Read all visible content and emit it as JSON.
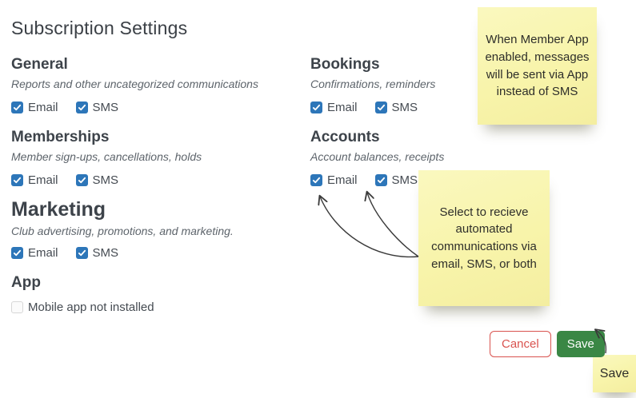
{
  "page": {
    "title": "Subscription Settings"
  },
  "columns": {
    "left": [
      {
        "title": "General",
        "description": "Reports and other uncategorized communications",
        "checkboxes": [
          {
            "label": "Email",
            "checked": true
          },
          {
            "label": "SMS",
            "checked": true
          }
        ]
      },
      {
        "title": "Memberships",
        "description": "Member sign-ups, cancellations, holds",
        "checkboxes": [
          {
            "label": "Email",
            "checked": true
          },
          {
            "label": "SMS",
            "checked": true
          }
        ]
      },
      {
        "title": "Marketing",
        "description": "Club advertising, promotions, and marketing.",
        "checkboxes": [
          {
            "label": "Email",
            "checked": true
          },
          {
            "label": "SMS",
            "checked": true
          }
        ]
      },
      {
        "title": "App",
        "description": "",
        "checkboxes": [
          {
            "label": "Mobile app not installed",
            "checked": false
          }
        ]
      }
    ],
    "right": [
      {
        "title": "Bookings",
        "description": "Confirmations, reminders",
        "checkboxes": [
          {
            "label": "Email",
            "checked": true
          },
          {
            "label": "SMS",
            "checked": true
          }
        ]
      },
      {
        "title": "Accounts",
        "description": "Account balances, receipts",
        "checkboxes": [
          {
            "label": "Email",
            "checked": true
          },
          {
            "label": "SMS",
            "checked": true
          }
        ]
      }
    ]
  },
  "notes": {
    "member_app": "When Member App enabled, messages will be sent via App instead of SMS",
    "select_receive": "Select to recieve automated communications via email, SMS, or both",
    "save": "Save"
  },
  "buttons": {
    "cancel": "Cancel",
    "save": "Save"
  },
  "colors": {
    "checkbox_blue": "#2d76b9",
    "save_green": "#3a8745",
    "cancel_red": "#d9534f",
    "note_yellow": "#f8f4aa"
  }
}
